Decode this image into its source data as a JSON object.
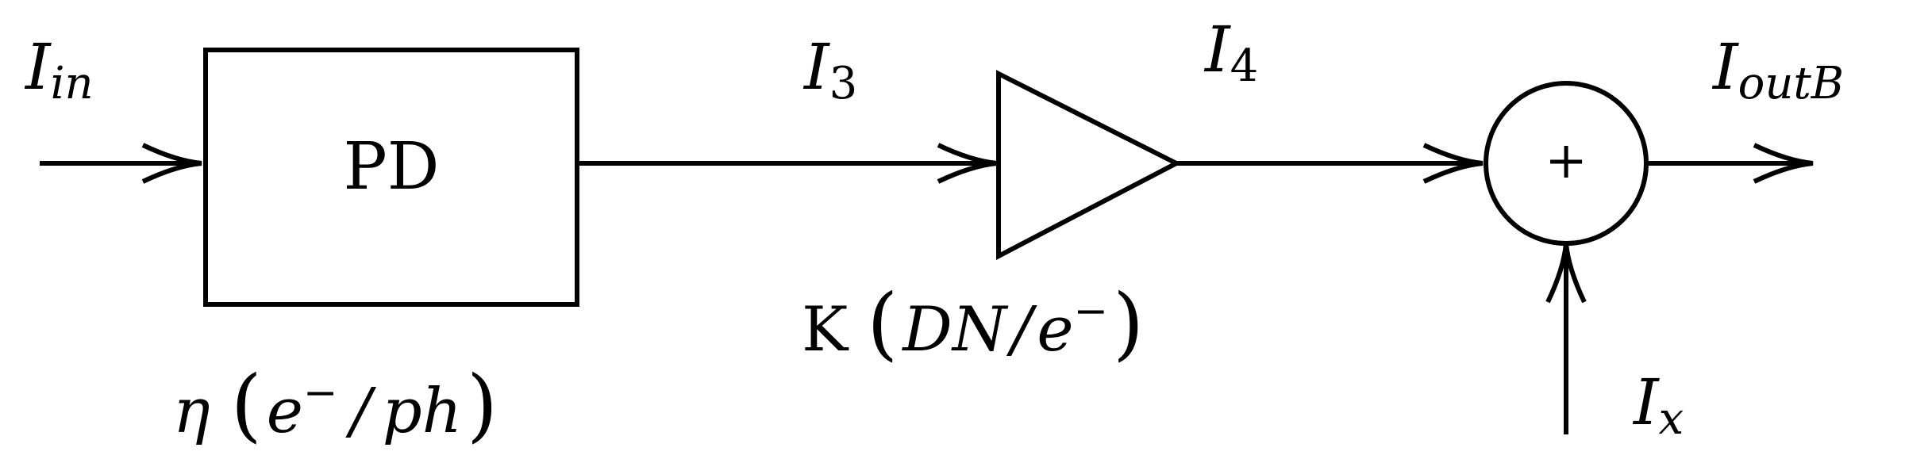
{
  "signals": {
    "input": {
      "symbol": "I",
      "sub": "in"
    },
    "after_pd": {
      "symbol": "I",
      "sub": "3"
    },
    "after_amp": {
      "symbol": "I",
      "sub": "4"
    },
    "output": {
      "symbol": "I",
      "sub": "outB"
    },
    "noise": {
      "symbol": "I",
      "sub": "x"
    }
  },
  "blocks": {
    "photodiode": {
      "label": "PD",
      "gain_symbol": "η",
      "unit_open": "(",
      "unit_num": "e",
      "unit_sup": "−",
      "unit_slash": "/",
      "unit_den": "ph",
      "unit_close": ")"
    },
    "amplifier": {
      "gain_symbol": "K",
      "unit_open": "(",
      "unit_num": "DN",
      "unit_slash": "/",
      "unit_den": "e",
      "unit_sup": "−",
      "unit_close": ")"
    },
    "summer": {
      "label": "+"
    }
  }
}
